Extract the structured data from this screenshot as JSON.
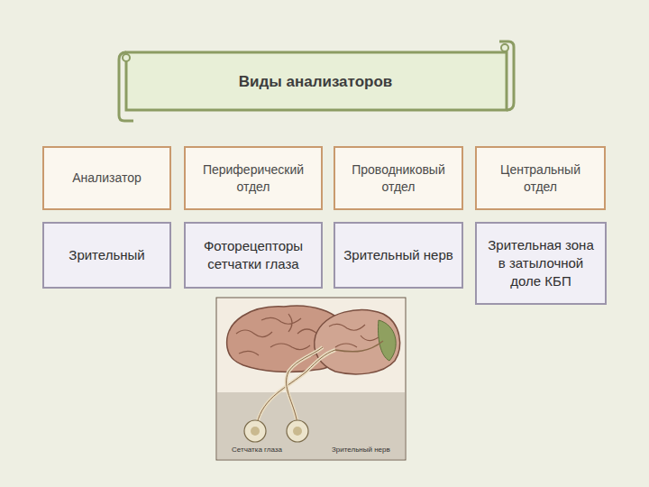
{
  "diagram": {
    "title": "Виды анализаторов",
    "nodes": [
      {
        "text": [
          "Анализатор"
        ]
      },
      {
        "text": [
          "Периферический отдел"
        ]
      },
      {
        "text": [
          "Проводниковый отдел"
        ]
      },
      {
        "text": [
          "Центральный отдел"
        ]
      },
      {
        "text": [
          "Зрительный"
        ]
      },
      {
        "text": [
          "Фоторецепторы сетчатки глаза"
        ]
      },
      {
        "text": [
          "Зрительный нерв"
        ]
      },
      {
        "text": [
          "Зрительная зона в затылочной доле КБП"
        ]
      }
    ],
    "labels": [
      "Сетчатка глаза",
      "Зрительный нерв"
    ]
  }
}
